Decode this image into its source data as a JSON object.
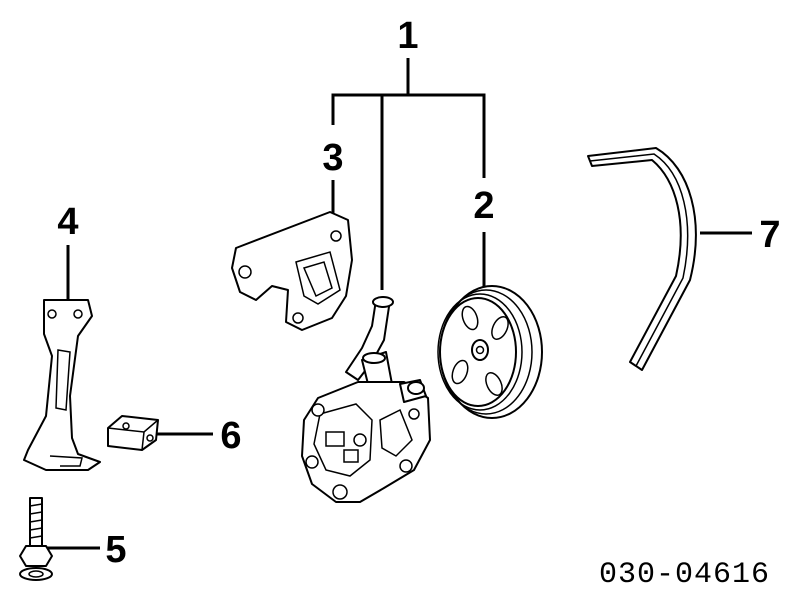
{
  "callouts": {
    "c1": "1",
    "c2": "2",
    "c3": "3",
    "c4": "4",
    "c5": "5",
    "c6": "6",
    "c7": "7"
  },
  "reference_code": "030-04616"
}
